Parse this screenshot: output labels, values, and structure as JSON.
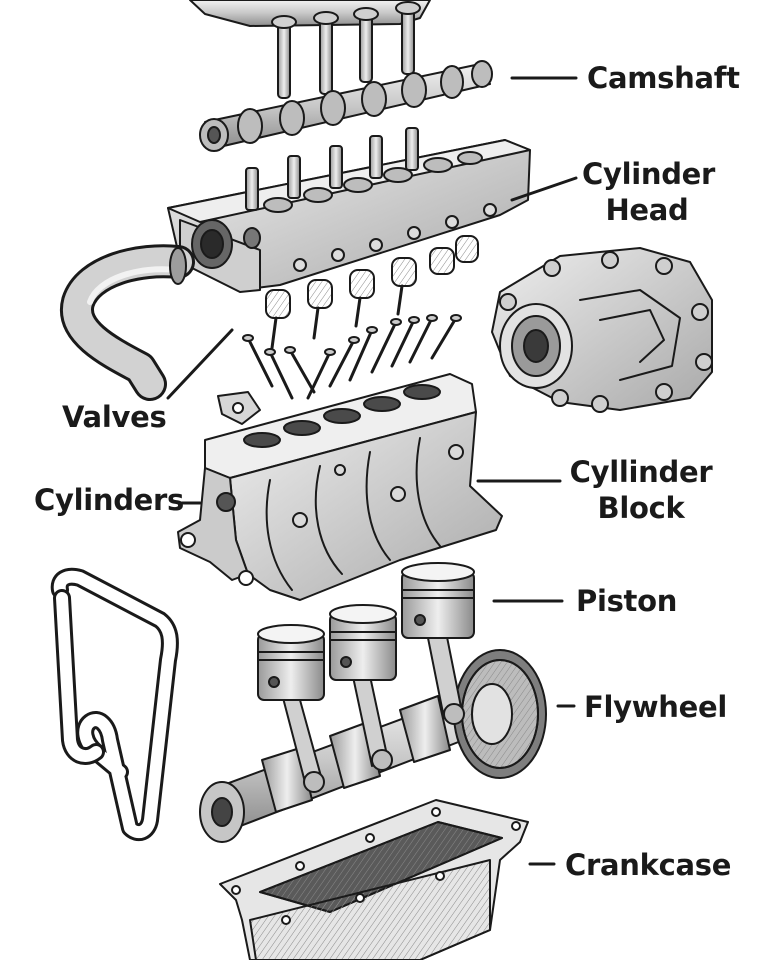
{
  "labels": {
    "camshaft": "Camshaft",
    "cylinder_head": [
      "Cylinder",
      "Head"
    ],
    "valves": "Valves",
    "cylinders": "Cylinders",
    "cylinder_block": [
      "Cyllinder",
      "Block"
    ],
    "piston": "Piston",
    "flywheel": "Flywheel",
    "crankcase": "Crankcase"
  },
  "colors": {
    "ink": "#1a1a1a",
    "shade_dark": "#9a9a9a",
    "shade_mid": "#c4c4c4",
    "shade_light": "#e6e6e6",
    "background": "#ffffff"
  }
}
